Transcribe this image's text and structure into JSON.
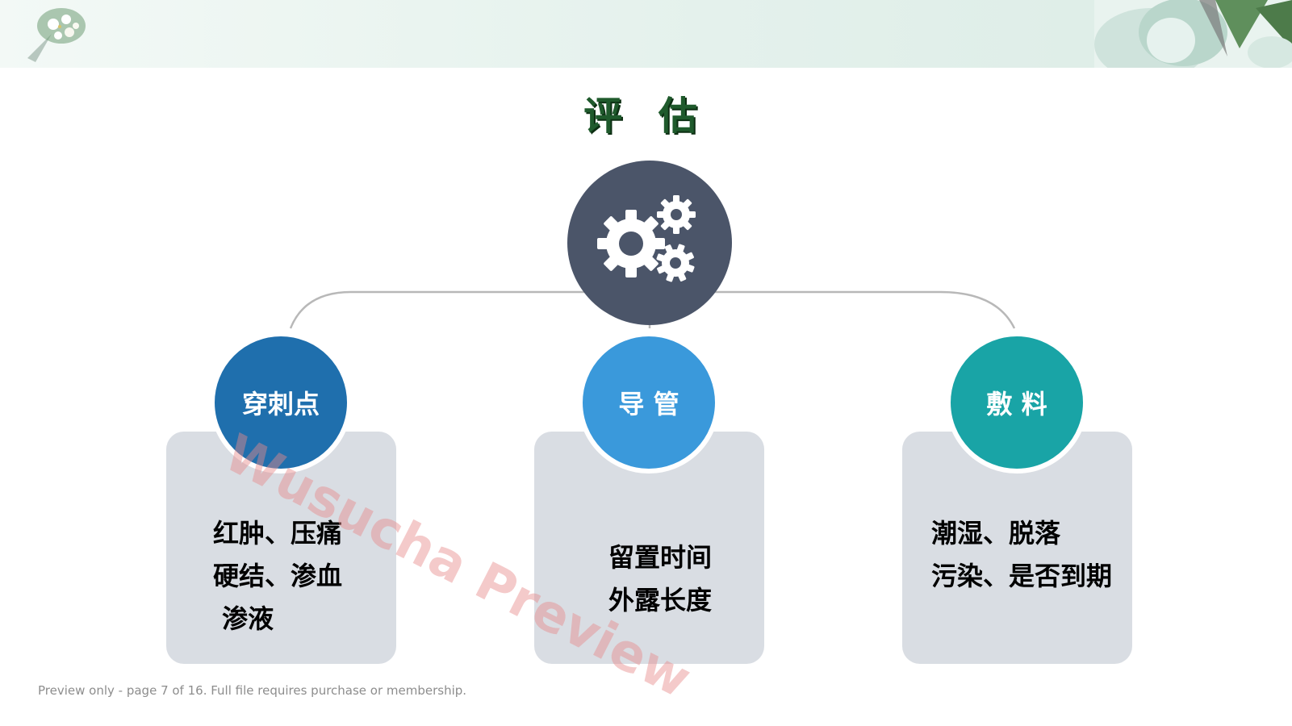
{
  "title": "评 估",
  "branches": [
    {
      "label": "穿刺点",
      "lines": "红肿、压痛\n硬结、渗血\n 渗液",
      "color": "#1f6fad"
    },
    {
      "label": "导 管",
      "lines": "留置时间\n外露长度",
      "color": "#3a99db"
    },
    {
      "label": "敷 料",
      "lines": "潮湿、脱落\n污染、是否到期",
      "color": "#19a4a6"
    }
  ],
  "hub": {
    "icon": "gears-icon",
    "color": "#4b5569"
  },
  "watermark": "Wusucha Preview",
  "footer": "Preview only - page 7 of 16. Full file requires purchase or membership."
}
